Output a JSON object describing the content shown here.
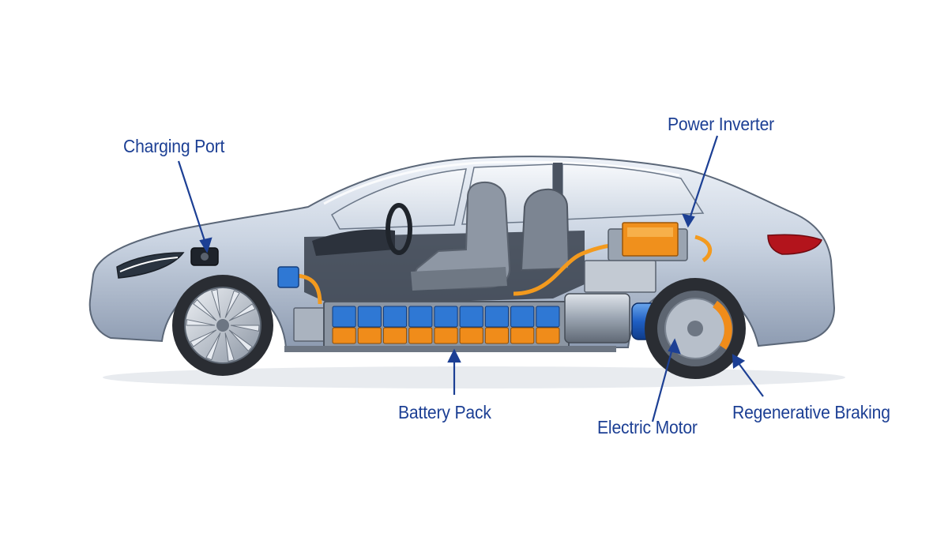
{
  "diagram": {
    "labels": {
      "charging_port": "Charging Port",
      "power_inverter": "Power Inverter",
      "battery_pack": "Battery Pack",
      "electric_motor": "Electric Motor",
      "regenerative_braking": "Regenerative Braking"
    },
    "battery_cells_per_row": 9,
    "colors": {
      "label_text": "#1c3f94",
      "leader_line": "#1c3f94",
      "body_silver": "#c9d3e1",
      "body_shade": "#9eacc0",
      "battery_blue": "#2f78d4",
      "battery_orange": "#f08c1a",
      "cable_orange": "#f39a1e",
      "glass": "#e9eef5",
      "tire": "#2a2d33"
    }
  }
}
